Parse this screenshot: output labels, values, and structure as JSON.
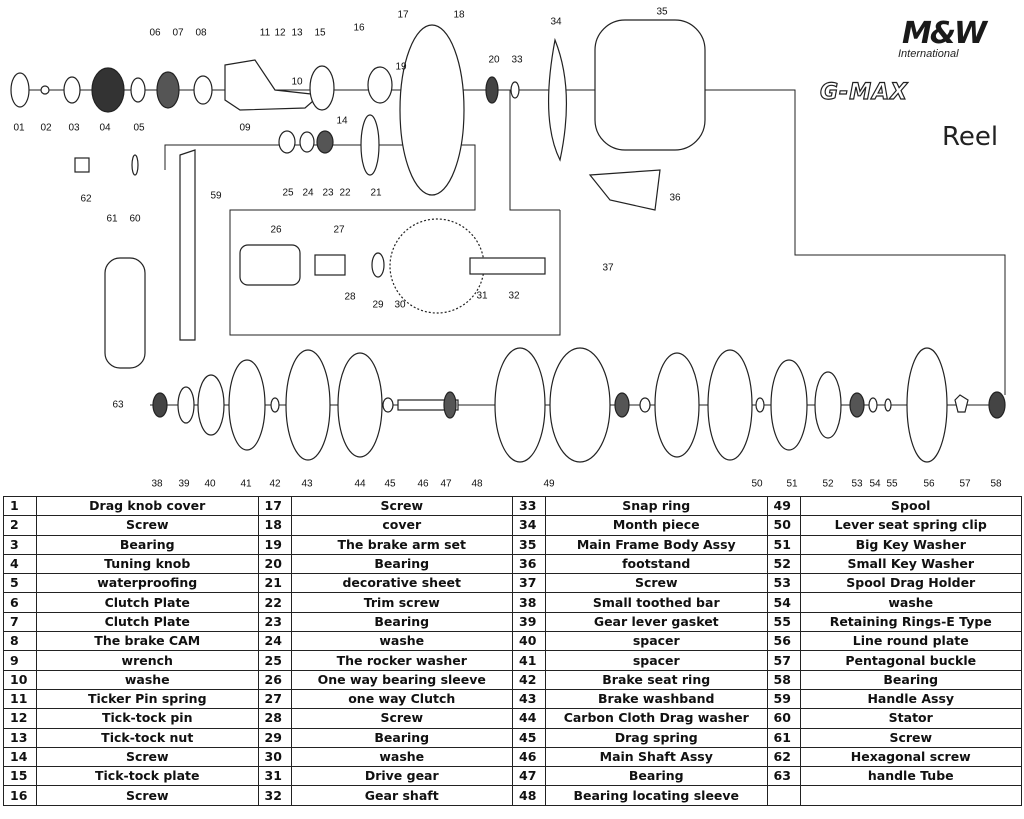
{
  "brand": {
    "logo_text": "M&W",
    "logo_subtitle": "International",
    "model": "G-MAX",
    "product_type": "Reel"
  },
  "callouts": [
    "01",
    "02",
    "03",
    "04",
    "05",
    "06",
    "07",
    "08",
    "09",
    "10",
    "11",
    "12",
    "13",
    "14",
    "15",
    "16",
    "17",
    "18",
    "19",
    "20",
    "21",
    "22",
    "23",
    "24",
    "25",
    "26",
    "27",
    "28",
    "29",
    "30",
    "31",
    "32",
    "33",
    "34",
    "35",
    "36",
    "37",
    "38",
    "39",
    "40",
    "41",
    "42",
    "43",
    "44",
    "45",
    "46",
    "47",
    "48",
    "49",
    "50",
    "51",
    "52",
    "53",
    "54",
    "55",
    "56",
    "57",
    "58",
    "59",
    "60",
    "61",
    "62",
    "63"
  ],
  "parts": [
    {
      "no": "1",
      "name": "Drag knob cover"
    },
    {
      "no": "2",
      "name": "Screw"
    },
    {
      "no": "3",
      "name": "Bearing"
    },
    {
      "no": "4",
      "name": "Tuning knob"
    },
    {
      "no": "5",
      "name": "waterproofing"
    },
    {
      "no": "6",
      "name": "Clutch Plate"
    },
    {
      "no": "7",
      "name": "Clutch Plate"
    },
    {
      "no": "8",
      "name": "The brake CAM"
    },
    {
      "no": "9",
      "name": "wrench"
    },
    {
      "no": "10",
      "name": "washe"
    },
    {
      "no": "11",
      "name": "Ticker Pin spring"
    },
    {
      "no": "12",
      "name": "Tick-tock pin"
    },
    {
      "no": "13",
      "name": "Tick-tock nut"
    },
    {
      "no": "14",
      "name": "Screw"
    },
    {
      "no": "15",
      "name": "Tick-tock plate"
    },
    {
      "no": "16",
      "name": "Screw"
    },
    {
      "no": "17",
      "name": "Screw"
    },
    {
      "no": "18",
      "name": "cover"
    },
    {
      "no": "19",
      "name": "The brake arm set"
    },
    {
      "no": "20",
      "name": "Bearing"
    },
    {
      "no": "21",
      "name": "decorative sheet"
    },
    {
      "no": "22",
      "name": "Trim screw"
    },
    {
      "no": "23",
      "name": "Bearing"
    },
    {
      "no": "24",
      "name": "washe"
    },
    {
      "no": "25",
      "name": "The rocker washer"
    },
    {
      "no": "26",
      "name": "One way bearing sleeve"
    },
    {
      "no": "27",
      "name": "one way Clutch"
    },
    {
      "no": "28",
      "name": "Screw"
    },
    {
      "no": "29",
      "name": "Bearing"
    },
    {
      "no": "30",
      "name": "washe"
    },
    {
      "no": "31",
      "name": "Drive gear"
    },
    {
      "no": "32",
      "name": "Gear shaft"
    },
    {
      "no": "33",
      "name": "Snap ring"
    },
    {
      "no": "34",
      "name": "Month piece"
    },
    {
      "no": "35",
      "name": "Main Frame Body Assy"
    },
    {
      "no": "36",
      "name": "footstand"
    },
    {
      "no": "37",
      "name": "Screw"
    },
    {
      "no": "38",
      "name": "Small toothed bar"
    },
    {
      "no": "39",
      "name": "Gear lever gasket"
    },
    {
      "no": "40",
      "name": "spacer"
    },
    {
      "no": "41",
      "name": "spacer"
    },
    {
      "no": "42",
      "name": "Brake seat ring"
    },
    {
      "no": "43",
      "name": "Brake washband"
    },
    {
      "no": "44",
      "name": "Carbon Cloth Drag washer"
    },
    {
      "no": "45",
      "name": "Drag spring"
    },
    {
      "no": "46",
      "name": "Main Shaft Assy"
    },
    {
      "no": "47",
      "name": "Bearing"
    },
    {
      "no": "48",
      "name": "Bearing locating sleeve"
    },
    {
      "no": "49",
      "name": "Spool"
    },
    {
      "no": "50",
      "name": "Lever seat spring clip"
    },
    {
      "no": "51",
      "name": "Big Key Washer"
    },
    {
      "no": "52",
      "name": "Small Key Washer"
    },
    {
      "no": "53",
      "name": "Spool Drag Holder"
    },
    {
      "no": "54",
      "name": "washe"
    },
    {
      "no": "55",
      "name": "Retaining Rings-E Type"
    },
    {
      "no": "56",
      "name": "Line round plate"
    },
    {
      "no": "57",
      "name": "Pentagonal buckle"
    },
    {
      "no": "58",
      "name": "Bearing"
    },
    {
      "no": "59",
      "name": "Handle Assy"
    },
    {
      "no": "60",
      "name": "Stator"
    },
    {
      "no": "61",
      "name": "Screw"
    },
    {
      "no": "62",
      "name": "Hexagonal screw"
    },
    {
      "no": "63",
      "name": "handle Tube"
    }
  ]
}
